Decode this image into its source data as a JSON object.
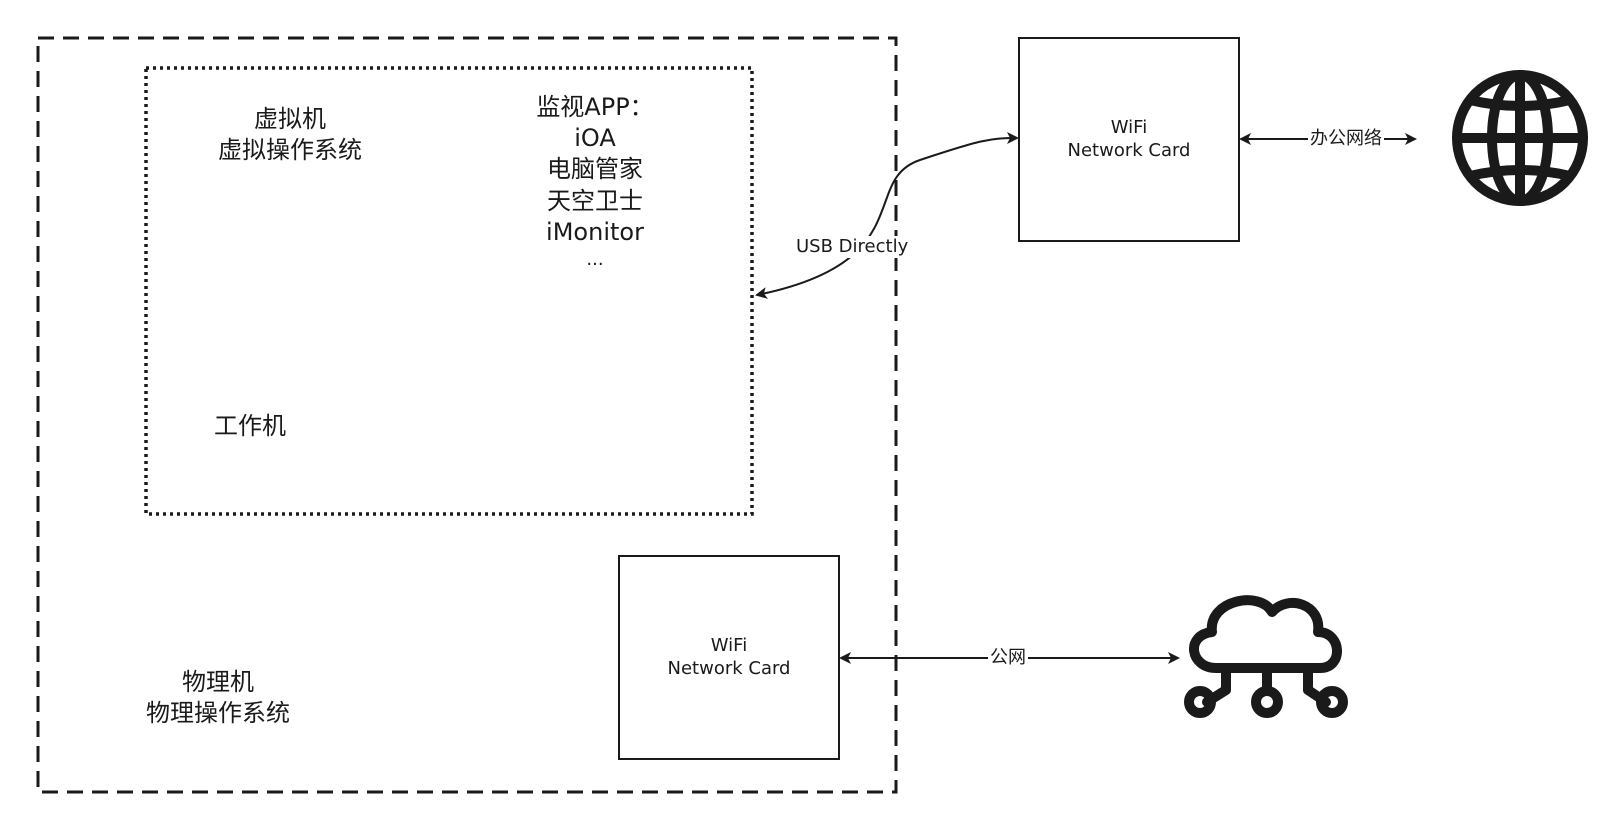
{
  "physical_machine": {
    "label_lines": [
      "物理机",
      "物理操作系统"
    ]
  },
  "virtual_machine": {
    "label_lines": [
      "虚拟机",
      "虚拟操作系统"
    ],
    "work_label": "工作机",
    "monitor_lines": [
      "监视APP：",
      "iOA",
      "电脑管家",
      "天空卫士",
      "iMonitor",
      "..."
    ]
  },
  "wifi_card_top": {
    "label_lines": [
      "WiFi",
      "Network Card"
    ]
  },
  "wifi_card_bottom": {
    "label_lines": [
      "WiFi",
      "Network Card"
    ]
  },
  "edges": {
    "usb": "USB Directly",
    "office_network": "办公网络",
    "public_network": "公网"
  },
  "icons": {
    "globe": "globe-icon",
    "cloud": "cloud-network-icon"
  },
  "colors": {
    "stroke": "#1a1a1a",
    "background": "#ffffff"
  }
}
